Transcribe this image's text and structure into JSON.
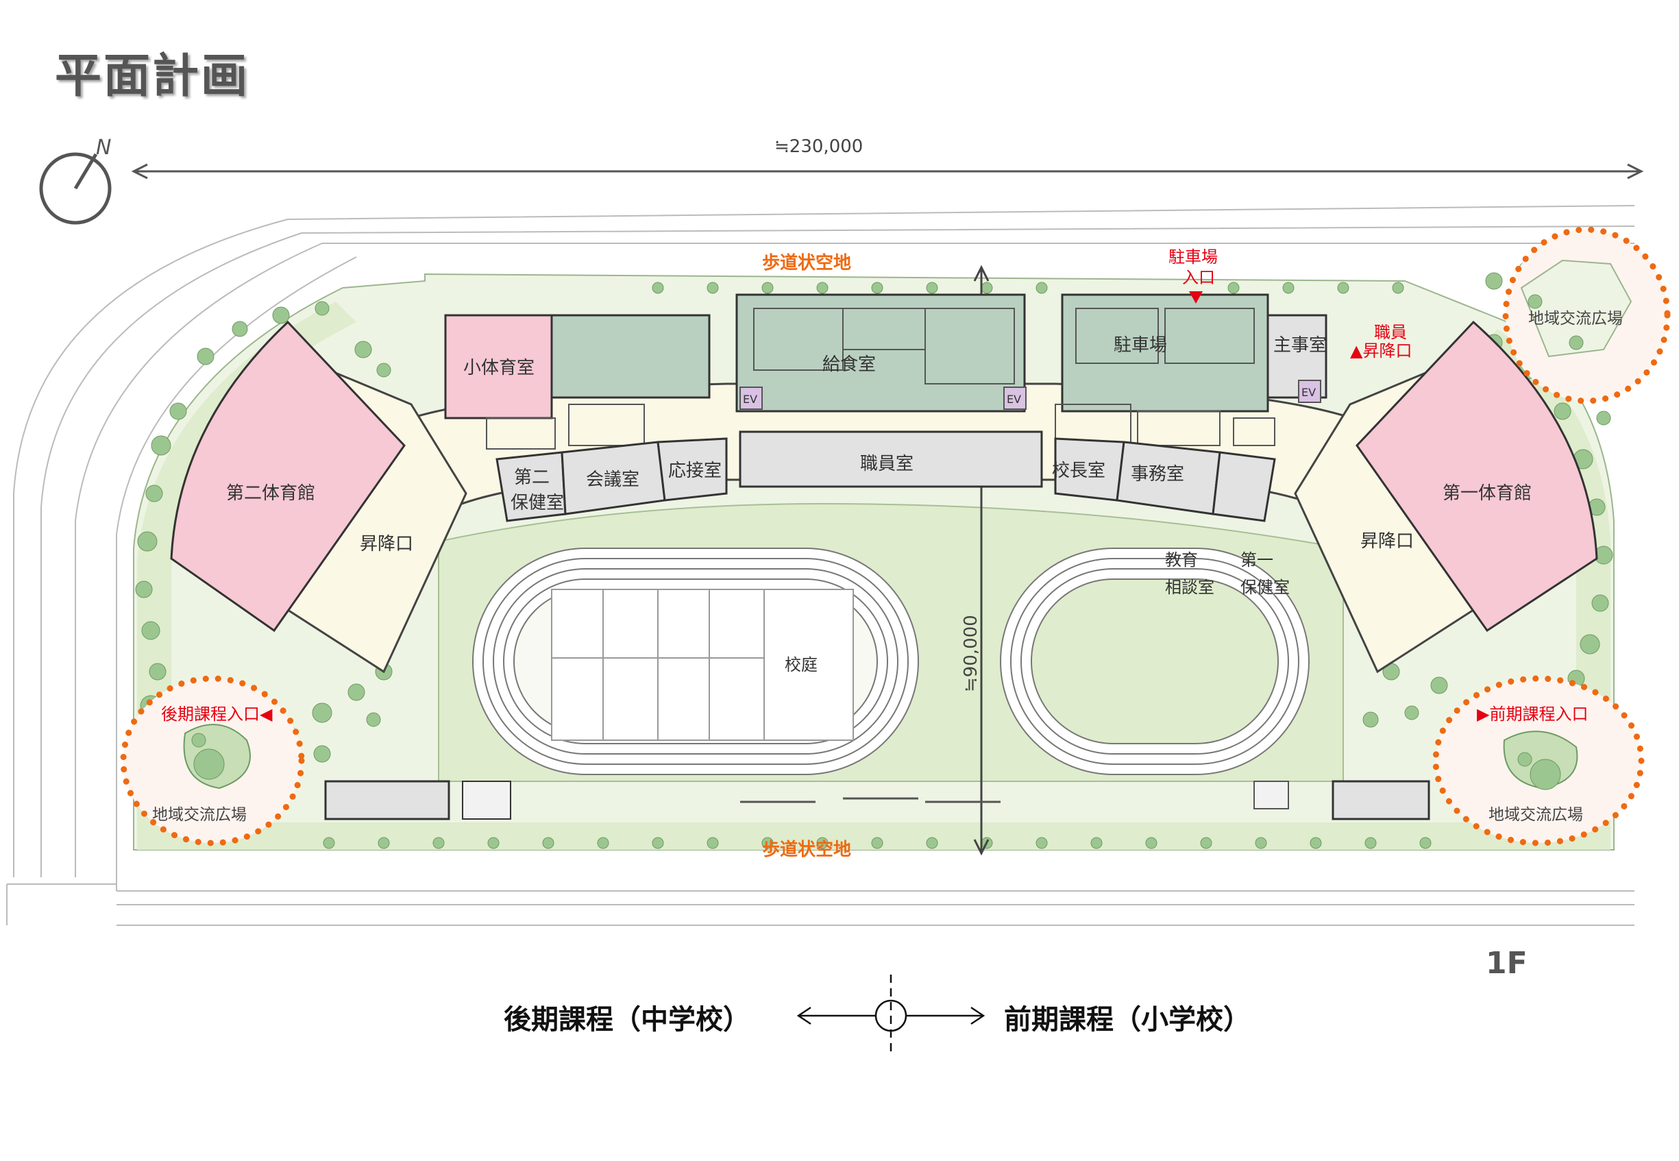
{
  "title": "平面計画",
  "dimension_width": "≒230,000",
  "dimension_depth": "≒90,000",
  "floor": "1F",
  "rooms": {
    "small_gym": "小体育室",
    "kitchen": "給食室",
    "parking": "駐車場",
    "admin_office": "主事室",
    "gym_second": "第二体育館",
    "gym_first": "第一体育館",
    "health_room_2a": "第二",
    "health_room_2b": "保健室",
    "meeting_room": "会議室",
    "reception": "応接室",
    "staff_room": "職員室",
    "principal": "校長室",
    "office": "事務室",
    "counseling_a": "教育",
    "counseling_b": "相談室",
    "health_room_1a": "第一",
    "health_room_1b": "保健室",
    "shoe_area_left": "昇降口",
    "shoe_area_right": "昇降口",
    "schoolyard": "校庭",
    "ev_left": "EV",
    "ev_mid": "EV",
    "ev_right": "EV"
  },
  "labels": {
    "sidewalk_top": "歩道状空地",
    "sidewalk_bottom": "歩道状空地",
    "parking_entry_a": "駐車場",
    "parking_entry_b": "入口",
    "staff_entry_a": "職員",
    "staff_entry_b": "▲昇降口",
    "late_entrance": "後期課程入口◀",
    "early_entrance": "▶前期課程入口",
    "plaza_top_right": "地域交流広場",
    "plaza_bottom_left": "地域交流広場",
    "plaza_bottom_right": "地域交流広場"
  },
  "legend": {
    "left": "後期課程（中学校）",
    "right": "前期課程（小学校）"
  },
  "colors": {
    "gym_pink": "#f6c9d4",
    "service_green": "#b9d0c0",
    "corridor_cream": "#fbf8e6",
    "landscape_green": "#dfeccd",
    "tree_green": "#9cc690",
    "accent_orange": "#ee6a12",
    "accent_red": "#e60012"
  }
}
